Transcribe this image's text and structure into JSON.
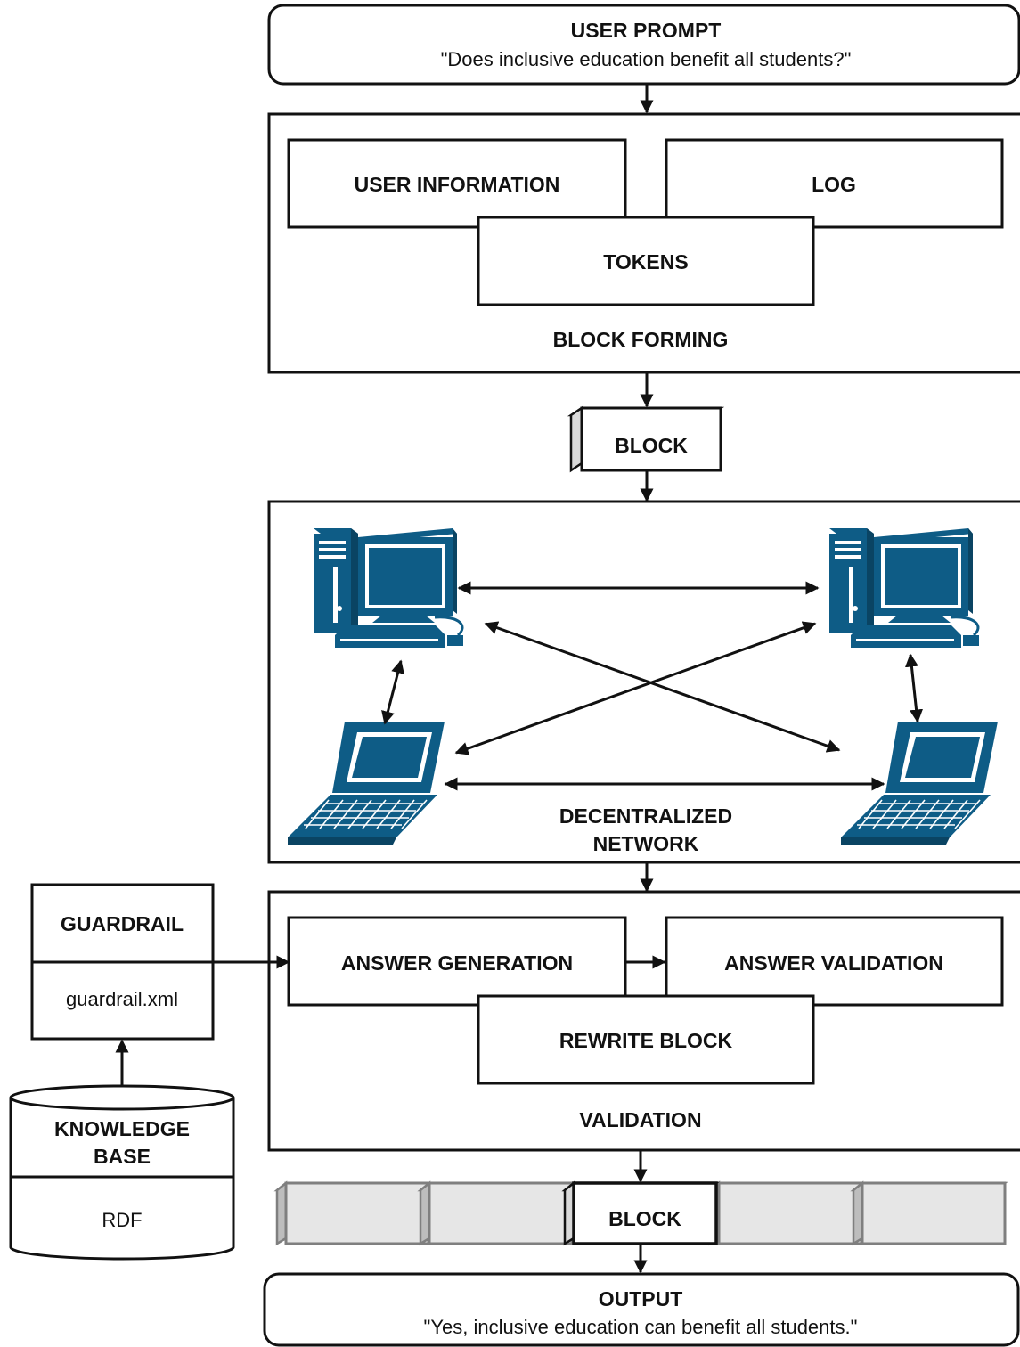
{
  "user_prompt": {
    "title": "USER PROMPT",
    "text": "\"Does inclusive education benefit all students?\""
  },
  "block_forming": {
    "label": "BLOCK FORMING",
    "user_information": "USER INFORMATION",
    "log": "LOG",
    "tokens": "TOKENS"
  },
  "block_1": "BLOCK",
  "network": {
    "label_line1": "DECENTRALIZED",
    "label_line2": "NETWORK",
    "nodes": [
      "desktop-icon",
      "desktop-icon",
      "laptop-icon",
      "laptop-icon"
    ],
    "node_color": "#0e5c86"
  },
  "validation": {
    "label": "VALIDATION",
    "answer_generation": "ANSWER GENERATION",
    "answer_validation": "ANSWER VALIDATION",
    "rewrite_block": "REWRITE BLOCK"
  },
  "guardrail": {
    "title": "GUARDRAIL",
    "file": "guardrail.xml"
  },
  "knowledge_base": {
    "title_line1": "KNOWLEDGE",
    "title_line2": "BASE",
    "format": "RDF"
  },
  "chain": {
    "label": "BLOCK",
    "neighbor_fill": "#e6e6e6",
    "neighbor_stroke": "#7f7f7f"
  },
  "output": {
    "title": "OUTPUT",
    "text": "\"Yes, inclusive education can benefit all students.\""
  }
}
